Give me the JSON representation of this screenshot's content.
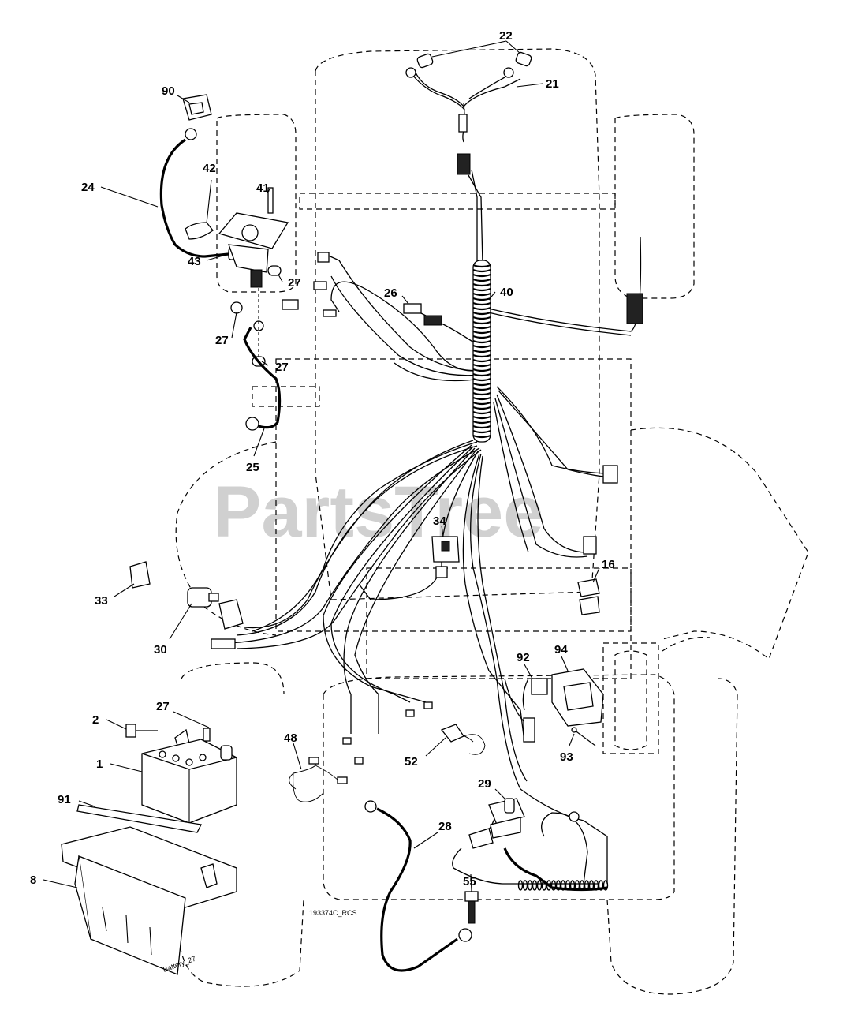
{
  "watermark": "PartsTree",
  "watermark_tm": "™",
  "drawing_number": "193374C_RCS",
  "battery_note": "Battery_27",
  "callouts": {
    "c22": "22",
    "c21": "21",
    "c90": "90",
    "c24": "24",
    "c42": "42",
    "c41": "41",
    "c43": "43",
    "c27a": "27",
    "c27b": "27",
    "c27c": "27",
    "c26": "26",
    "c40": "40",
    "c25": "25",
    "c34": "34",
    "c16": "16",
    "c33": "33",
    "c30": "30",
    "c92": "92",
    "c94": "94",
    "c2": "2",
    "c27d": "27",
    "c1": "1",
    "c48": "48",
    "c52": "52",
    "c93": "93",
    "c29": "29",
    "c91": "91",
    "c28": "28",
    "c8": "8",
    "c55": "55"
  }
}
